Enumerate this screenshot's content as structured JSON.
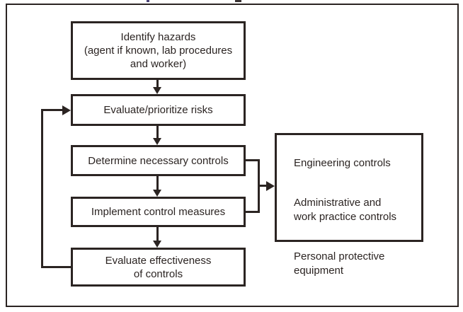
{
  "diagram": {
    "type": "flowchart",
    "colors": {
      "ink": "#2b2422",
      "background": "#ffffff"
    },
    "nodes": {
      "identify_hazards": {
        "label": "Identify hazards\n(agent if known, lab procedures\nand worker)"
      },
      "evaluate_risks": {
        "label": "Evaluate/prioritize risks"
      },
      "determine_controls": {
        "label": "Determine necessary controls"
      },
      "implement_measures": {
        "label": "Implement control measures"
      },
      "evaluate_effectiveness": {
        "label": "Evaluate effectiveness\nof controls"
      }
    },
    "controls_box": {
      "engineering": "Engineering controls",
      "administrative": "Administrative and\nwork practice controls",
      "ppe": "Personal protective\nequipment"
    }
  }
}
